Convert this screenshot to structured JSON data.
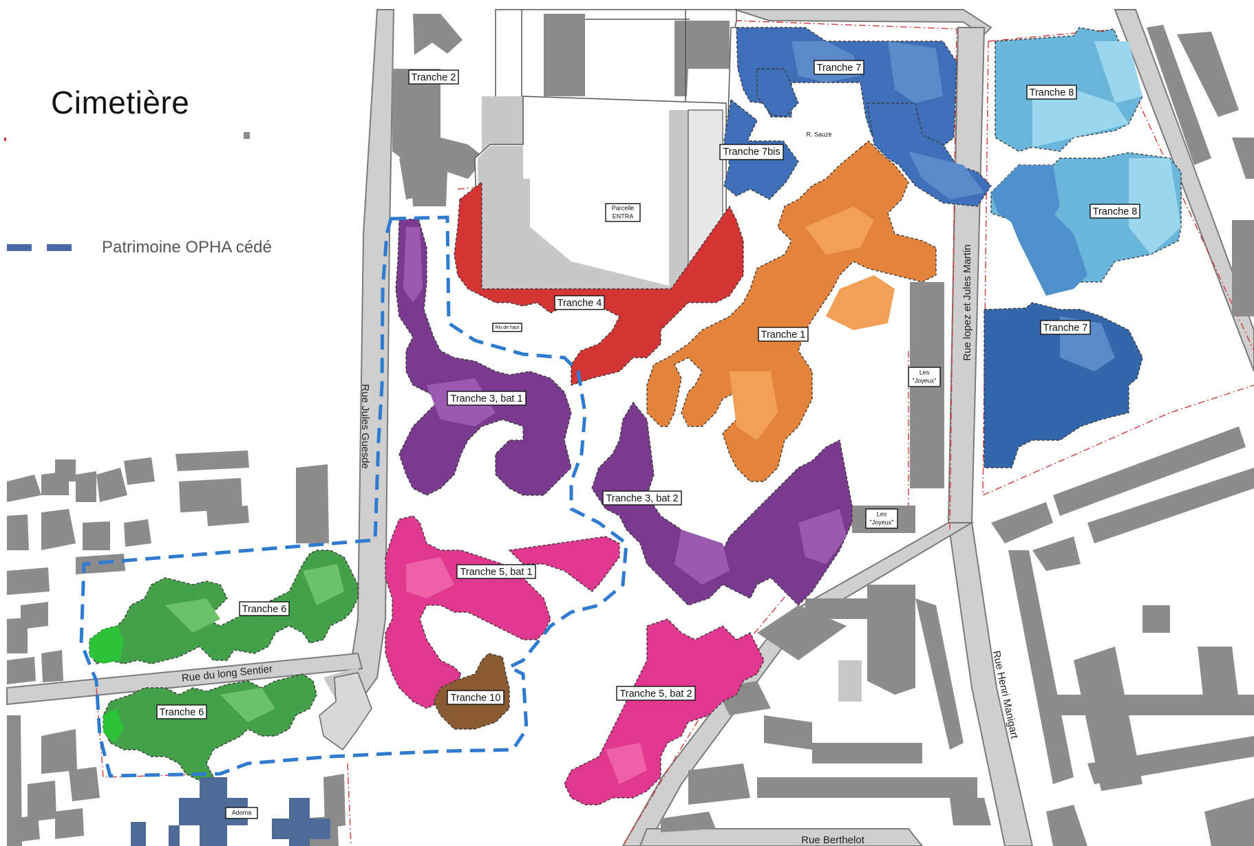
{
  "legend": {
    "title": "Cimetière",
    "line_label": "Patrimoine OPHA cédé",
    "line_color": "#4a6aa8"
  },
  "streets": {
    "jules_guesde": "Rue Jules Guesde",
    "long_sentier": "Rue du long Sentier",
    "lopez_martin": "Rue lopez et Jules Martin",
    "henri_manigart": "Rue Henri Manigart",
    "berthelot": "Rue Berthelot"
  },
  "labels": {
    "tranche_2": "Tranche 2",
    "tranche_7_top": "Tranche 7",
    "tranche_7_bottom": "Tranche 7",
    "tranche_7bis": "Tranche 7bis",
    "tranche_8_top": "Tranche 8",
    "tranche_8_mid": "Tranche 8",
    "tranche_4": "Tranche 4",
    "tranche_1": "Tranche 1",
    "tranche_3_bat_1": "Tranche 3, bat 1",
    "tranche_3_bat_2": "Tranche 3, bat 2",
    "tranche_5_bat_1": "Tranche 5, bat 1",
    "tranche_5_bat_2": "Tranche 5, bat 2",
    "tranche_6_north": "Tranche 6",
    "tranche_6_south": "Tranche 6",
    "tranche_10": "Tranche 10",
    "parcelle_line1": "Parcelle",
    "parcelle_line2": "ENTRA",
    "joyeux_1_line1": "Les",
    "joyeux_1_line2": "\"Joyeux\"",
    "joyeux_2_line1": "Les",
    "joyeux_2_line2": "\"Joyeux\"",
    "adoma": "Adoma",
    "r_sauze": "R. Sauzé",
    "niveau_de_haut": "Niv.de haut"
  },
  "colors": {
    "building_gray": "#8c8c8c",
    "tranche_7": "#3e6fb8",
    "tranche_8": "#7ec6e6",
    "tranche_4": "#d33535",
    "tranche_1": "#e88a3a",
    "tranche_3": "#7a3a8e",
    "tranche_5": "#e0388f",
    "tranche_6": "#45a04a",
    "tranche_10": "#8a5a32",
    "adoma": "#4e6a96",
    "parcel_line": "#d03a3a"
  }
}
